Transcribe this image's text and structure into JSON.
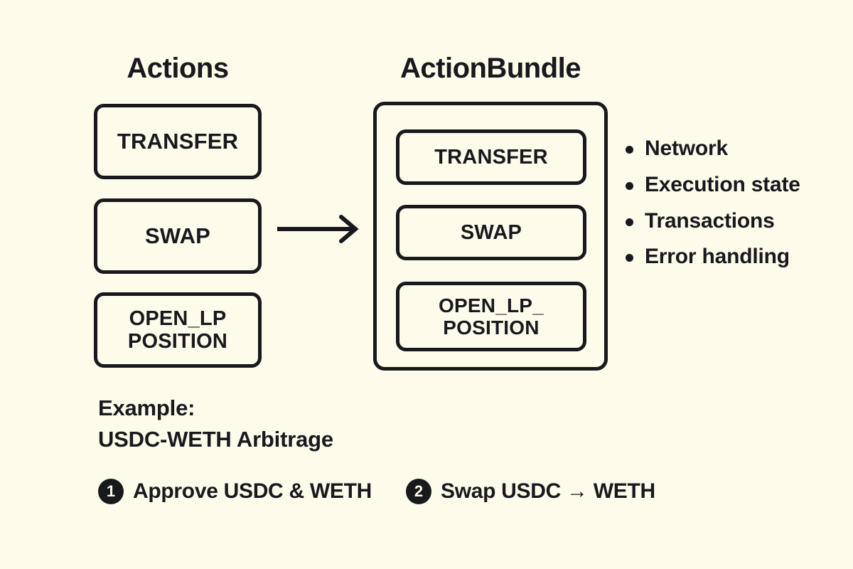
{
  "canvas": {
    "background_color": "#FDFBEA",
    "ink_color": "#18191C"
  },
  "columns": {
    "actions": {
      "heading": "Actions",
      "boxes": [
        {
          "label": "TRANSFER"
        },
        {
          "label": "SWAP"
        },
        {
          "label": "OPEN_LP\nPOSITION"
        }
      ]
    },
    "bundle": {
      "heading": "ActionBundle",
      "boxes": [
        {
          "label": "TRANSFER"
        },
        {
          "label": "SWAP"
        },
        {
          "label": "OPEN_LP_\nPOSITION"
        }
      ]
    }
  },
  "arrow": {
    "icon": "arrow-right-icon",
    "direction": "right"
  },
  "features": {
    "items": [
      {
        "label": "Network"
      },
      {
        "label": "Execution state"
      },
      {
        "label": "Transactions"
      },
      {
        "label": "Error handling"
      }
    ]
  },
  "example": {
    "title": "Example:",
    "subtitle": "USDC-WETH Arbitrage",
    "steps": [
      {
        "number": "1",
        "label": "Approve USDC & WETH"
      },
      {
        "number": "2",
        "label": "Swap USDC → WETH"
      }
    ]
  }
}
